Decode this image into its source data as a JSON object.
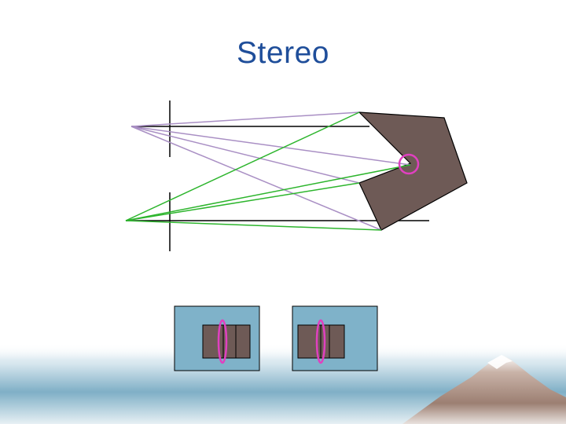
{
  "slide": {
    "title": "Stereo"
  },
  "colors": {
    "title": "#1F4E9A",
    "object_fill": "#6E5A56",
    "left_camera_rays": "#A98FC4",
    "right_camera_rays": "#2DB52D",
    "highlight": "#E040C0",
    "image_plane_fill": "#7FB2C9"
  },
  "diagram": {
    "elements": [
      "left-camera-image-plane",
      "right-camera-image-plane",
      "polygonal-object",
      "left-camera-rays",
      "right-camera-rays",
      "highlighted-point",
      "left-image-thumbnail",
      "right-image-thumbnail"
    ]
  }
}
